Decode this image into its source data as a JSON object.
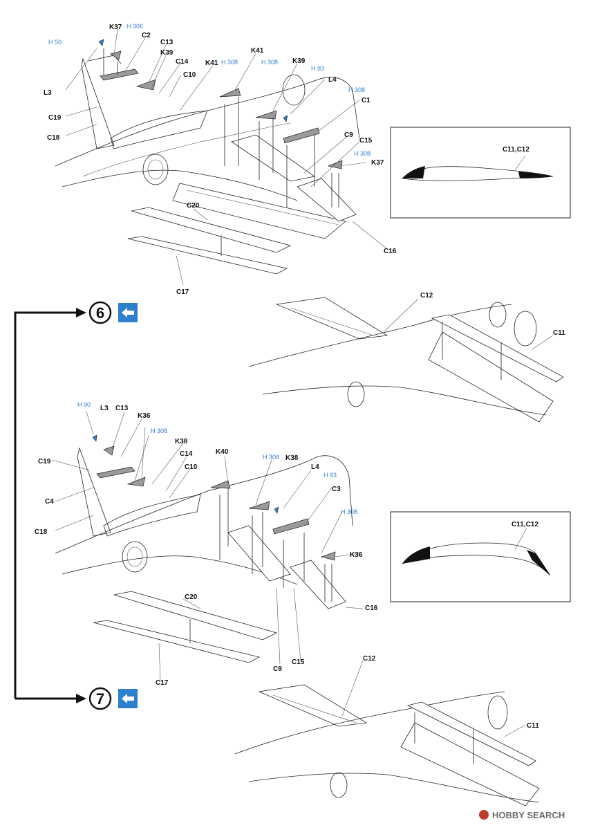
{
  "steps": [
    {
      "number": "6",
      "icon": "reverse-assembly-icon"
    },
    {
      "number": "7",
      "icon": "reverse-assembly-icon"
    }
  ],
  "top": {
    "labels": [
      "K37",
      "C2",
      "C13",
      "K39",
      "C14",
      "C10",
      "K41",
      "K41",
      "K39",
      "L4",
      "C1",
      "C9",
      "C15",
      "K37",
      "L3",
      "C19",
      "C18",
      "C20",
      "C17",
      "C16"
    ],
    "refs": [
      "H 50",
      "H 306",
      "H 308",
      "H 308",
      "H 93",
      "H 308",
      "H 308"
    ]
  },
  "top_detail": {
    "label": "C11,C12"
  },
  "step6_result": {
    "labels": [
      "C12",
      "C11"
    ]
  },
  "mid": {
    "labels": [
      "L3",
      "C13",
      "K36",
      "K38",
      "C14",
      "C10",
      "K40",
      "K38",
      "L4",
      "C3",
      "K36",
      "C19",
      "C4",
      "C18",
      "C20",
      "C17",
      "C16",
      "C9",
      "C15"
    ],
    "refs": [
      "H 90",
      "H 308",
      "H 308",
      "H 93",
      "H 308"
    ]
  },
  "mid_detail": {
    "label": "C11,C12"
  },
  "step7_result": {
    "labels": [
      "C12",
      "C11"
    ]
  },
  "watermark": {
    "text": "HOBBY SEARCH"
  },
  "colors": {
    "ref_blue": "#2f7fcf",
    "part_gray": "#9a9a9a",
    "line": "#222222"
  }
}
